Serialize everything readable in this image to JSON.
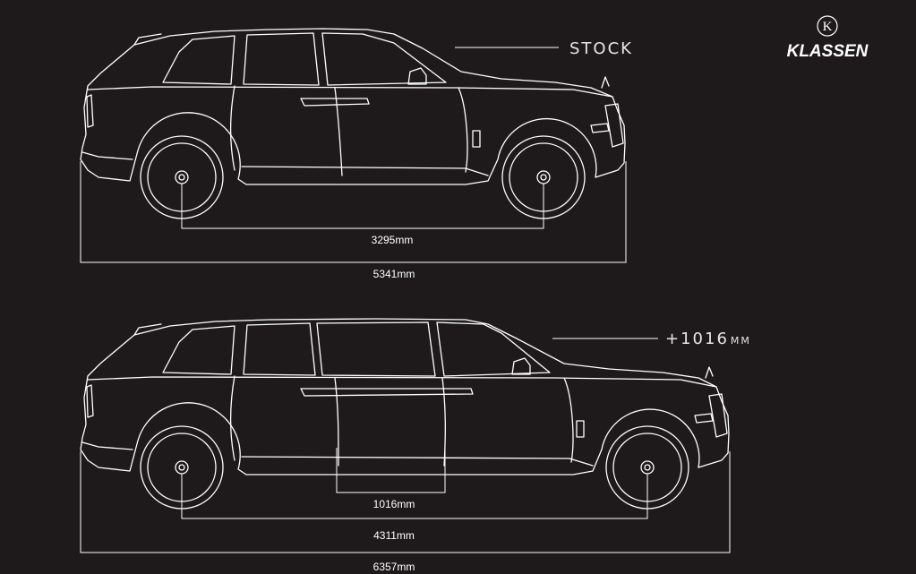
{
  "brand": {
    "monogram": "K",
    "name": "KLASSEN"
  },
  "stock_car": {
    "label": "STOCK",
    "wheelbase_label": "3295mm",
    "length_label": "5341mm"
  },
  "stretched_car": {
    "label_value": "+1016",
    "label_unit": "MM",
    "extension_label": "1016mm",
    "wheelbase_label": "4311mm",
    "length_label": "6357mm"
  },
  "colors": {
    "background": "#1e1a1b",
    "line": "#ffffff"
  }
}
